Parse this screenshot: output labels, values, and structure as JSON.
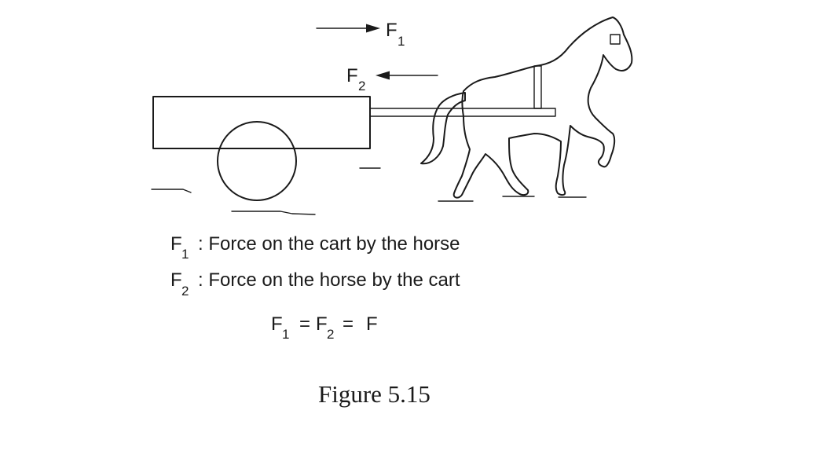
{
  "force_labels": {
    "f1_symbol": "F",
    "f1_subscript": "1",
    "f2_symbol": "F",
    "f2_subscript": "2"
  },
  "legend": {
    "line1_symbol": "F",
    "line1_subscript": "1",
    "line1_text": ": Force on the cart by the horse",
    "line2_symbol": "F",
    "line2_subscript": "2",
    "line2_text": ": Force on the horse by the cart"
  },
  "equation": {
    "a_symbol": "F",
    "a_subscript": "1",
    "eq1": "=",
    "b_symbol": "F",
    "b_subscript": "2",
    "eq2": "=",
    "result": "F"
  },
  "caption": "Figure 5.15"
}
